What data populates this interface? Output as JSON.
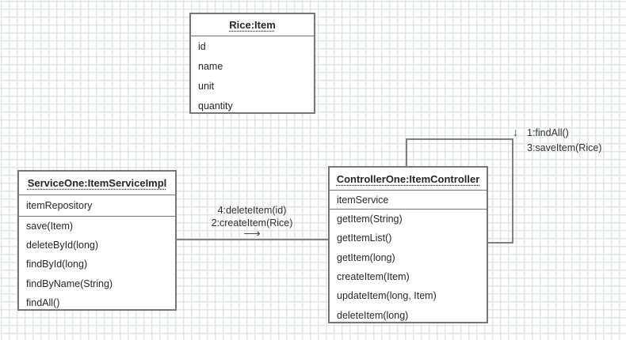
{
  "boxes": {
    "rice": {
      "title": "Rice:Item",
      "attributes": [
        "id",
        "name",
        "unit",
        "quantity"
      ]
    },
    "service": {
      "title": "ServiceOne:ItemServiceImpl",
      "attributes": [
        "itemRepository"
      ],
      "methods": [
        "save(Item)",
        "deleteById(long)",
        "findById(long)",
        "findByName(String)",
        "findAll()"
      ]
    },
    "controller": {
      "title": "ControllerOne:ItemController",
      "attributes": [
        "itemService"
      ],
      "methods": [
        "getItem(String)",
        "getItemList()",
        "getItem(long)",
        "createItem(Item)",
        "updateItem(long, Item)",
        "deleteItem(long)"
      ]
    }
  },
  "messages": {
    "service_to_controller": {
      "line1": "4:deleteItem(id)",
      "line2": "2:createItem(Rice)",
      "arrow": "⟶"
    },
    "controller_self_loop": {
      "arrow": "↓",
      "line1": "1:findAll()",
      "line2": "3:saveItem(Rice)"
    }
  },
  "colors": {
    "background": "#ffffff",
    "grid_line": "#e3e5e9",
    "shape_border": "#767676",
    "text": "#262626"
  }
}
